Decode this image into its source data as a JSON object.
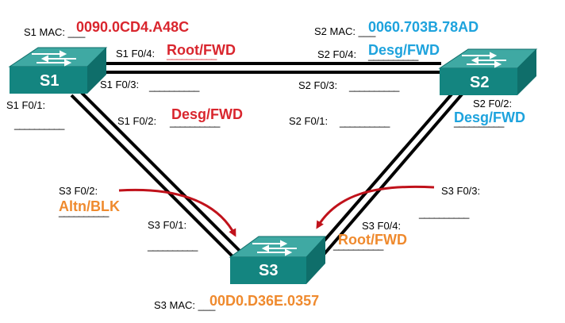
{
  "colors": {
    "red": "#d9262e",
    "blue": "#1ea3dd",
    "orange": "#ef8a2e",
    "switch_top": "#3fa9a3",
    "switch_front": "#148580",
    "arrow": "#c0121b"
  },
  "switches": {
    "s1": {
      "name": "S1",
      "mac_label": "S1 MAC: ___",
      "mac": "0090.0CD4.A48C"
    },
    "s2": {
      "name": "S2",
      "mac_label": "S2 MAC: ___",
      "mac": "0060.703B.78AD"
    },
    "s3": {
      "name": "S3",
      "mac_label": "S3 MAC: ___",
      "mac": "00D0.D36E.0357"
    }
  },
  "ports": {
    "s1_f04": {
      "label": "S1 F0/4:",
      "role": "Root/FWD",
      "blank": "__________"
    },
    "s1_f03": {
      "label": "S1 F0/3:",
      "blank": "__________"
    },
    "s1_f01": {
      "label": "S1 F0/1:",
      "blank": "__________"
    },
    "s1_f02": {
      "label": "S1 F0/2:",
      "role": "Desg/FWD",
      "blank": "__________"
    },
    "s2_f04": {
      "label": "S2 F0/4:",
      "role": "Desg/FWD",
      "blank": "__________"
    },
    "s2_f03": {
      "label": "S2 F0/3:",
      "blank": "__________"
    },
    "s2_f01": {
      "label": "S2 F0/1:",
      "blank": "__________"
    },
    "s2_f02": {
      "label": "S2 F0/2:",
      "role": "Desg/FWD",
      "blank": "__________"
    },
    "s3_f02": {
      "label": "S3 F0/2:",
      "role": "Altn/BLK",
      "blank": "__________"
    },
    "s3_f01": {
      "label": "S3 F0/1:",
      "blank": "__________"
    },
    "s3_f03": {
      "label": "S3 F0/3:",
      "blank": "__________"
    },
    "s3_f04": {
      "label": "S3 F0/4:",
      "role": "Root/FWD",
      "blank": "__________"
    }
  }
}
